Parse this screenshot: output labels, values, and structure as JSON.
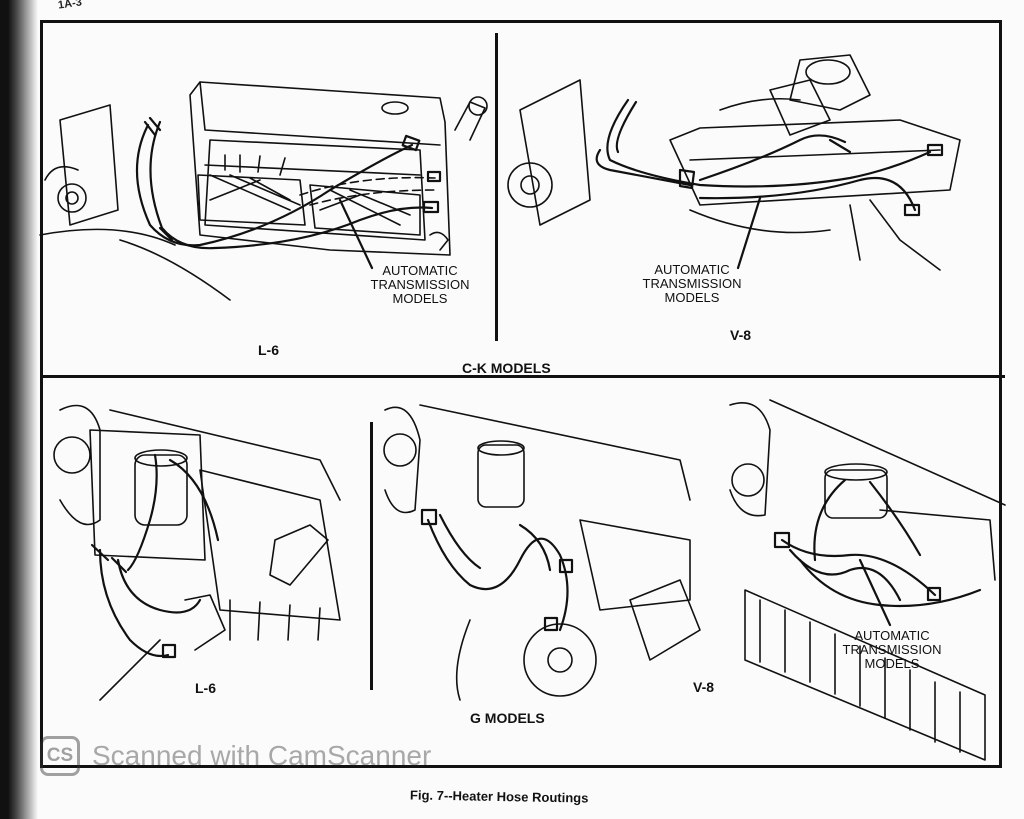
{
  "corner_tag": "1A-3",
  "panels": {
    "ck_l6": {
      "label": "L-6",
      "callout": [
        "AUTOMATIC",
        "TRANSMISSION",
        "MODELS"
      ]
    },
    "ck_v8": {
      "label": "V-8",
      "callout": [
        "AUTOMATIC",
        "TRANSMISSION",
        "MODELS"
      ]
    },
    "ck_section": "C-K MODELS",
    "g_l6": {
      "label": "L-6"
    },
    "g_v8_left": {
      "label": ""
    },
    "g_v8_right": {
      "label": "V-8",
      "callout": [
        "AUTOMATIC",
        "TRANSMISSION",
        "MODELS"
      ]
    },
    "g_section": "G MODELS"
  },
  "watermark": {
    "logo": "CS",
    "text": "Scanned with CamScanner"
  },
  "caption": "Fig. 7--Heater Hose Routings"
}
